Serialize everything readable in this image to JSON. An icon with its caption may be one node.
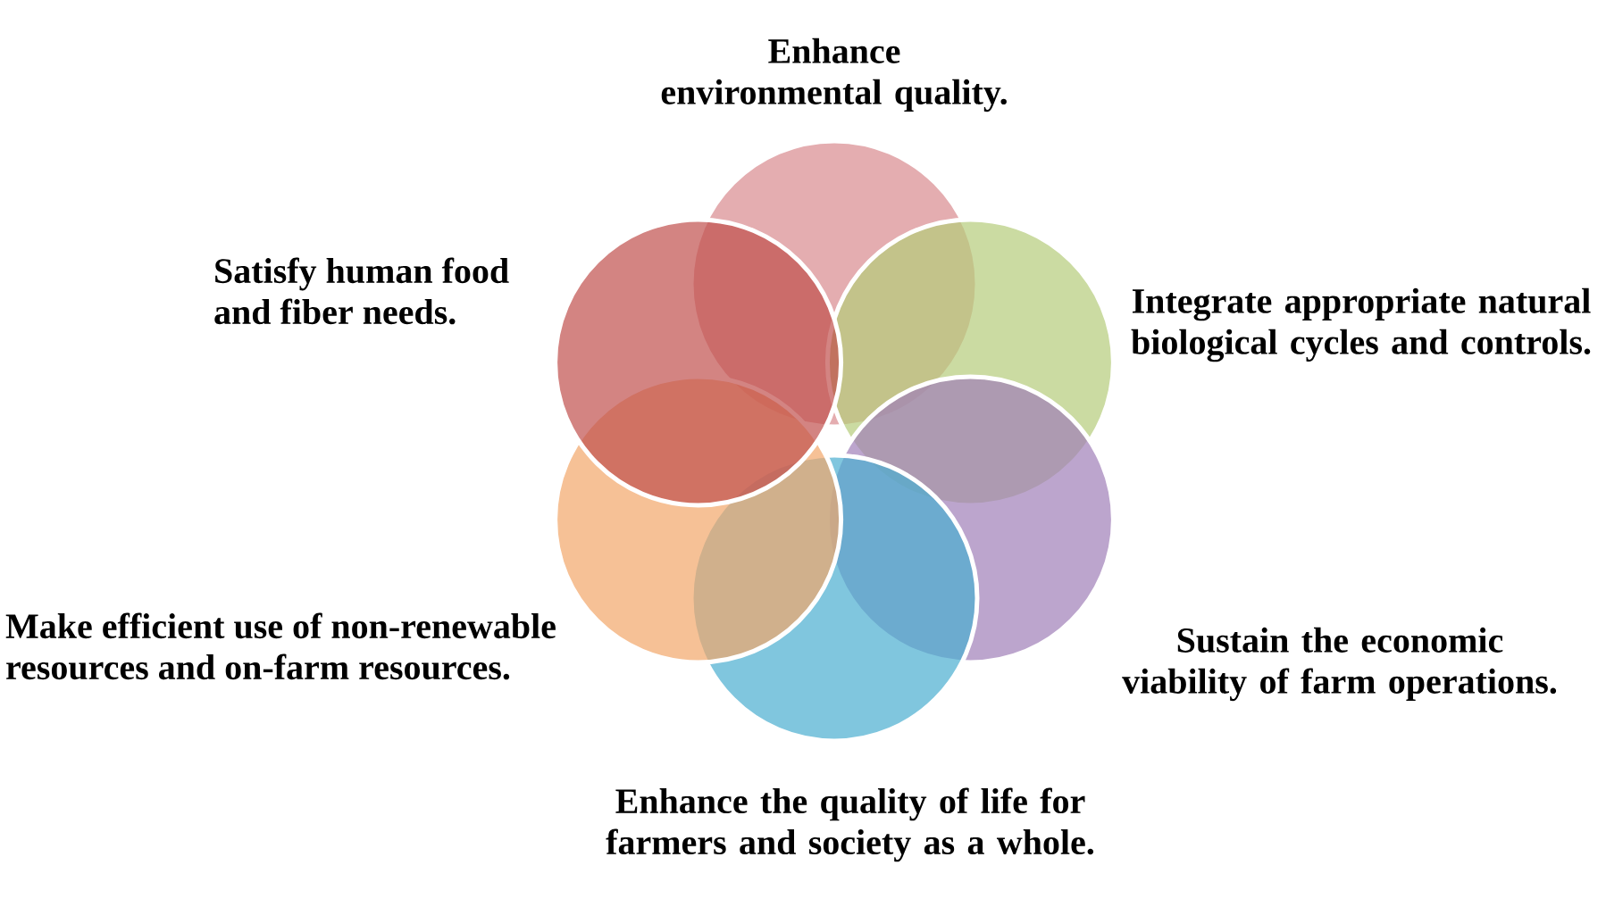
{
  "diagram": {
    "nodes": [
      {
        "text": [
          "Enhance environmental quality."
        ]
      },
      {
        "text": [
          "Integrate appropriate natural biological cycles and controls."
        ]
      },
      {
        "text": [
          "Sustain the economic viability of farm operations."
        ]
      },
      {
        "text": [
          "Enhance the quality of life for farmers and society as a whole."
        ]
      },
      {
        "text": [
          "Make efficient use of non-renewable resources and on-farm resources."
        ]
      },
      {
        "text": [
          "Satisfy human food and fiber needs."
        ]
      }
    ]
  }
}
